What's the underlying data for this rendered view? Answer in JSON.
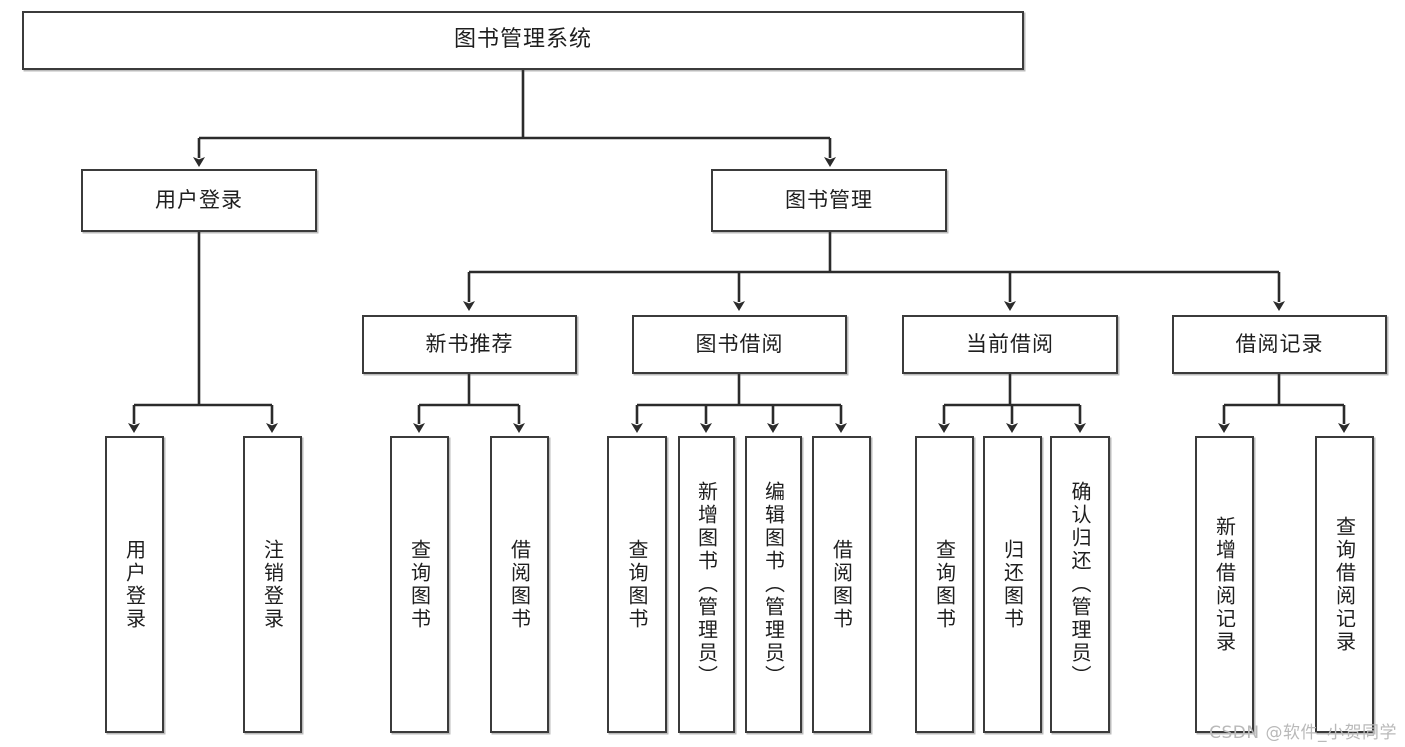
{
  "diagram": {
    "type": "tree-hierarchy-chart",
    "title": "图书管理系统",
    "watermark": "CSDN @软件_小贺同学",
    "colors": {
      "box_border": "#3b3b3b",
      "box_fill": "#ffffff",
      "connector": "#2b2b2b",
      "text": "#1e1e1e",
      "watermark": "#b9b9b9"
    },
    "nodes": {
      "root": {
        "label": "图书管理系统"
      },
      "level2": [
        {
          "label": "用户登录"
        },
        {
          "label": "图书管理"
        }
      ],
      "level3": [
        {
          "label": "新书推荐"
        },
        {
          "label": "图书借阅"
        },
        {
          "label": "当前借阅"
        },
        {
          "label": "借阅记录"
        }
      ],
      "leaves": {
        "user_login": [
          {
            "label": "用户登录"
          },
          {
            "label": "注销登录"
          }
        ],
        "new_book_recommend": [
          {
            "label": "查询图书"
          },
          {
            "label": "借阅图书"
          }
        ],
        "book_borrow": [
          {
            "label": "查询图书"
          },
          {
            "label": "新增图书（管理员）"
          },
          {
            "label": "编辑图书（管理员）"
          },
          {
            "label": "借阅图书"
          }
        ],
        "current_borrow": [
          {
            "label": "查询图书"
          },
          {
            "label": "归还图书"
          },
          {
            "label": "确认归还（管理员）"
          }
        ],
        "borrow_record": [
          {
            "label": "新增借阅记录"
          },
          {
            "label": "查询借阅记录"
          }
        ]
      }
    }
  }
}
